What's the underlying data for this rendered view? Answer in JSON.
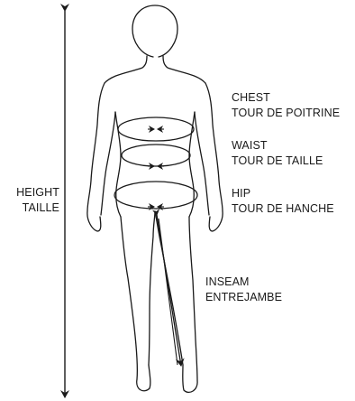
{
  "labels": {
    "height": {
      "en": "HEIGHT",
      "fr": "TAILLE"
    },
    "chest": {
      "en": "CHEST",
      "fr": "TOUR DE POITRINE"
    },
    "waist": {
      "en": "WAIST",
      "fr": "TOUR DE TAILLE"
    },
    "hip": {
      "en": "HIP",
      "fr": "TOUR DE HANCHE"
    },
    "inseam": {
      "en": "INSEAM",
      "fr": "ENTREJAMBE"
    }
  },
  "colors": {
    "line": "#1a1a1a",
    "background": "#ffffff"
  },
  "icons": [
    "body-outline-icon",
    "height-arrow-icon",
    "measure-loop-icon",
    "inseam-arrow-icon"
  ]
}
